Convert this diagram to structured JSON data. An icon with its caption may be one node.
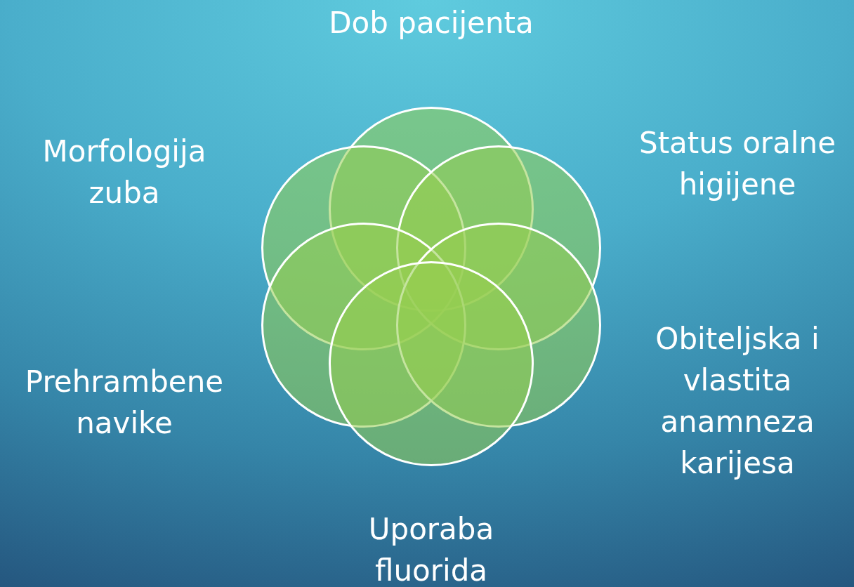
{
  "diagram": {
    "nodes": [
      {
        "text": [],
        "shape": "circle",
        "beside": [
          "Dob pacijenta"
        ]
      },
      {
        "text": [],
        "shape": "circle",
        "beside": [
          "Morfologija zuba"
        ]
      },
      {
        "text": [],
        "shape": "circle",
        "beside": [
          "Status oralne higijene"
        ]
      },
      {
        "text": [],
        "shape": "circle",
        "beside": [
          "Prehrambene navike"
        ]
      },
      {
        "text": [],
        "shape": "circle",
        "beside": [
          "Obiteljska i vlastita anamneza karijesa"
        ]
      },
      {
        "text": [],
        "shape": "circle",
        "beside": [
          "Uporaba fluorida"
        ]
      }
    ]
  }
}
